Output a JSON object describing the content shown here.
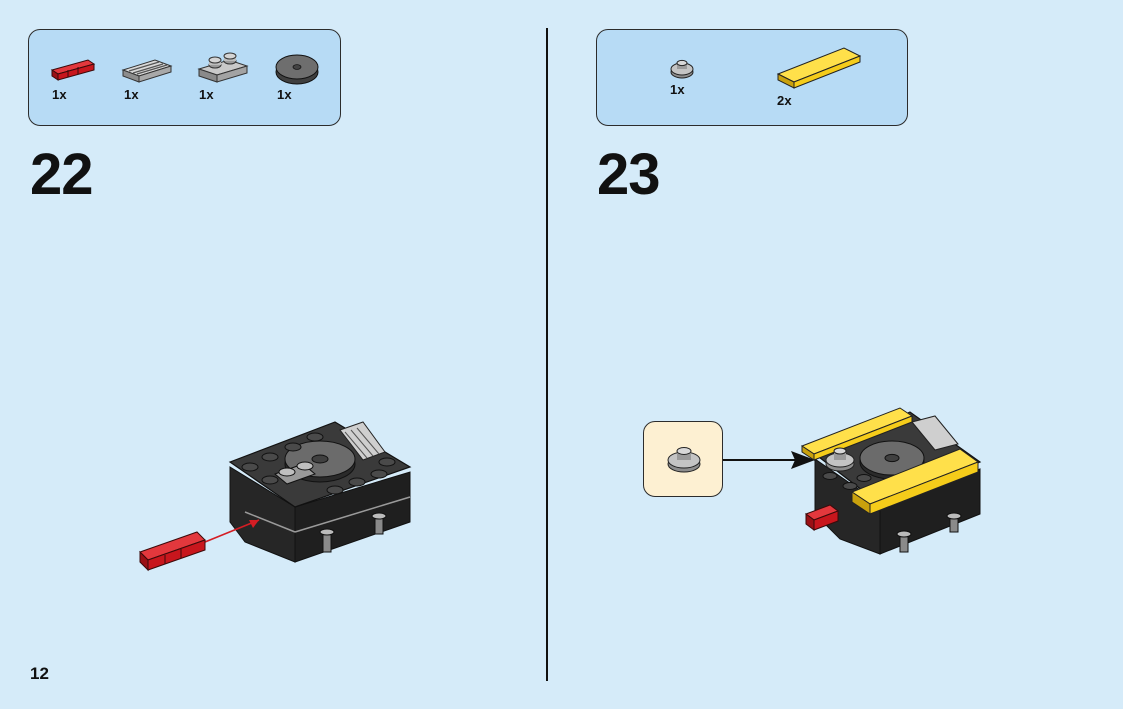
{
  "page_number": "12",
  "steps": [
    {
      "number": "22",
      "parts": [
        {
          "icon": "red-pin-icon",
          "qty": "1x"
        },
        {
          "icon": "gray-grille-tile-icon",
          "qty": "1x"
        },
        {
          "icon": "gray-plate-1x2-icon",
          "qty": "1x"
        },
        {
          "icon": "dark-round-tile-icon",
          "qty": "1x"
        }
      ]
    },
    {
      "number": "23",
      "parts": [
        {
          "icon": "gray-round-plate-icon",
          "qty": "1x"
        },
        {
          "icon": "yellow-tile-icon",
          "qty": "2x"
        }
      ]
    }
  ],
  "colors": {
    "background": "#d5ebf9",
    "parts_box": "#b7dbf5",
    "callout": "#fdf0d2",
    "brick_dark": "#2b2b2b",
    "brick_gray": "#a3a3a3",
    "accent_red": "#c8161d",
    "accent_yellow": "#f5cc1a"
  }
}
